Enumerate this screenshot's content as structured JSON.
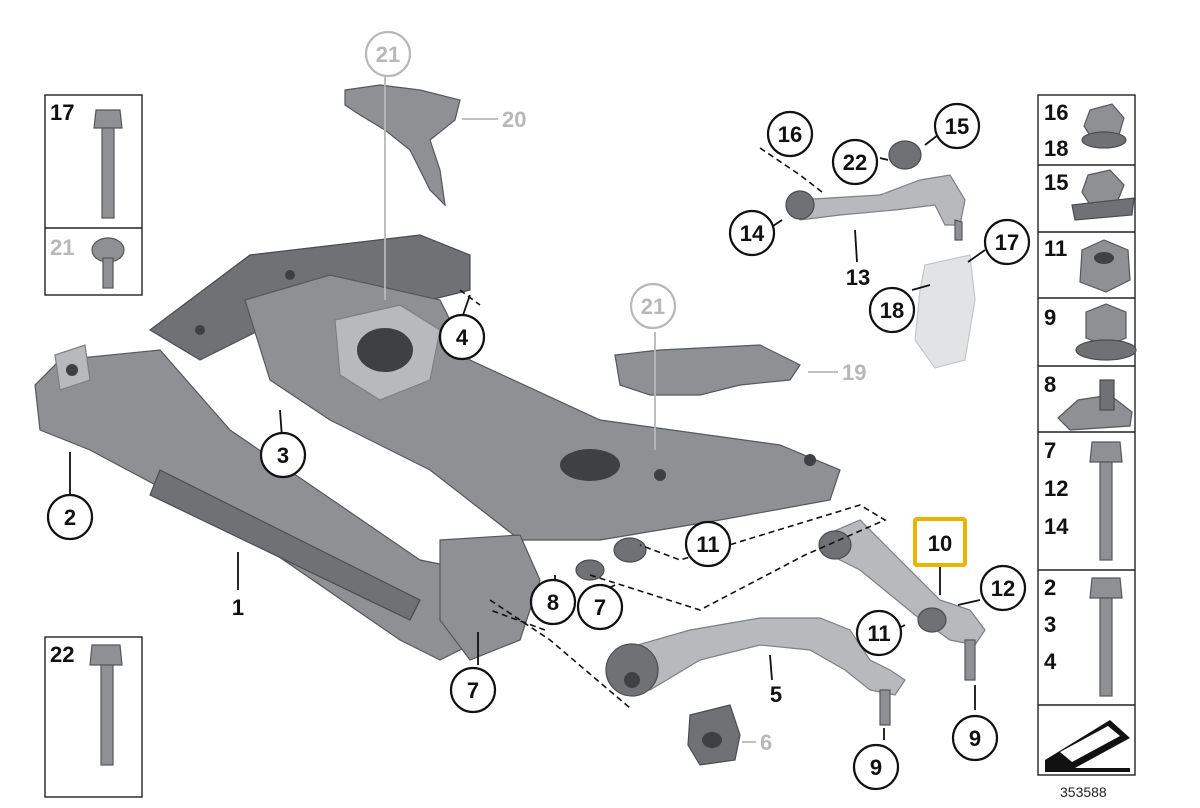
{
  "callouts": {
    "c1": "1",
    "c2": "2",
    "c3": "3",
    "c4": "4",
    "c5": "5",
    "c6": "6",
    "c7a": "7",
    "c7b": "7",
    "c8": "8",
    "c9a": "9",
    "c9b": "9",
    "c10": "10",
    "c11a": "11",
    "c11b": "11",
    "c12": "12",
    "c13": "13",
    "c14": "14",
    "c15": "15",
    "c16": "16",
    "c17": "17",
    "c18": "18",
    "c19": "19",
    "c20": "20",
    "c21a": "21",
    "c21b": "21",
    "c22": "22"
  },
  "left_panel": {
    "top_label": "17",
    "bottom_label": "21"
  },
  "bottom_left_panel": {
    "label": "22"
  },
  "right_panel": {
    "rows": [
      {
        "label": "16\n18",
        "l1": "16",
        "l2": "18",
        "l3": ""
      },
      {
        "label": "15",
        "l1": "15",
        "l2": "",
        "l3": ""
      },
      {
        "label": "11",
        "l1": "11",
        "l2": "",
        "l3": ""
      },
      {
        "label": "9",
        "l1": "9",
        "l2": "",
        "l3": ""
      },
      {
        "label": "8",
        "l1": "8",
        "l2": "",
        "l3": ""
      },
      {
        "label": "7 12 14",
        "l1": "7",
        "l2": "12",
        "l3": "14"
      },
      {
        "label": "2 3 4",
        "l1": "2",
        "l2": "3",
        "l3": "4"
      }
    ]
  },
  "diagram_id": "353588",
  "colors": {
    "highlight": "#e8b400",
    "faded_text": "#b8b8b8",
    "part_gray": "#8e9094"
  }
}
